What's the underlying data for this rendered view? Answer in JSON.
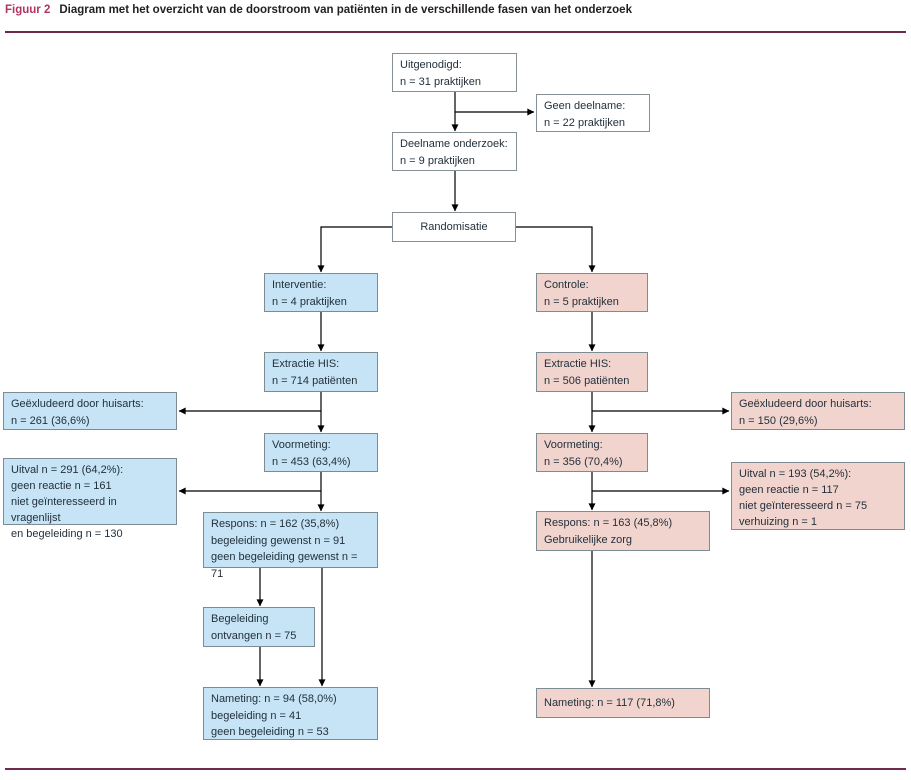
{
  "title": {
    "figure_label": "Figuur 2",
    "text": "Diagram met het overzicht van de doorstroom van patiënten in de verschillende fasen van het onderzoek"
  },
  "colors": {
    "figure_label_accent": "#b13462",
    "rule_line": "#6f2b4f",
    "intervention_fill": "#c6e4f5",
    "control_fill": "#f2d4ce",
    "neutral_fill": "#ffffff",
    "box_border": "#868f94",
    "connector": "#000000"
  },
  "nodes": {
    "uitgenodigd": {
      "lines": [
        "Uitgenodigd:",
        "n = 31 praktijken"
      ]
    },
    "geen_deelname": {
      "lines": [
        "Geen deelname:",
        "n = 22 praktijken"
      ]
    },
    "deelname": {
      "lines": [
        "Deelname onderzoek:",
        "n = 9 praktijken"
      ]
    },
    "randomisatie": {
      "lines": [
        "Randomisatie"
      ]
    },
    "interventie": {
      "lines": [
        "Interventie:",
        "n = 4 praktijken"
      ]
    },
    "extractie_i": {
      "lines": [
        "Extractie HIS:",
        "n = 714 patiënten"
      ]
    },
    "voormeting_i": {
      "lines": [
        "Voormeting:",
        "n = 453 (63,4%)"
      ]
    },
    "geexcludeerd_i": {
      "lines": [
        "Geëxludeerd door huisarts:",
        "n = 261 (36,6%)"
      ]
    },
    "uitval_i": {
      "lines": [
        "Uitval n = 291 (64,2%):",
        "geen reactie n = 161",
        "niet geïnteresseerd in vragenlijst",
        "en begeleiding n = 130"
      ]
    },
    "respons_i": {
      "lines": [
        "Respons: n = 162 (35,8%)",
        "begeleiding gewenst n = 91",
        "geen begeleiding gewenst n = 71"
      ]
    },
    "begeleiding": {
      "lines": [
        "Begeleiding",
        "ontvangen n = 75"
      ]
    },
    "nameting_i": {
      "lines": [
        "Nameting: n = 94 (58,0%)",
        "begeleiding n = 41",
        "geen begeleiding n = 53"
      ]
    },
    "controle": {
      "lines": [
        "Controle:",
        "n = 5 praktijken"
      ]
    },
    "extractie_c": {
      "lines": [
        "Extractie HIS:",
        "n = 506 patiënten"
      ]
    },
    "voormeting_c": {
      "lines": [
        "Voormeting:",
        "n = 356 (70,4%)"
      ]
    },
    "geexcludeerd_c": {
      "lines": [
        "Geëxludeerd door huisarts:",
        "n = 150 (29,6%)"
      ]
    },
    "uitval_c": {
      "lines": [
        "Uitval n = 193 (54,2%):",
        "geen reactie n = 117",
        "niet geïnteresseerd n = 75",
        "verhuizing n = 1"
      ]
    },
    "respons_c": {
      "lines": [
        "Respons: n = 163 (45,8%)",
        "Gebruikelijke zorg"
      ]
    },
    "nameting_c": {
      "lines": [
        "Nameting: n = 117 (71,8%)"
      ]
    }
  }
}
